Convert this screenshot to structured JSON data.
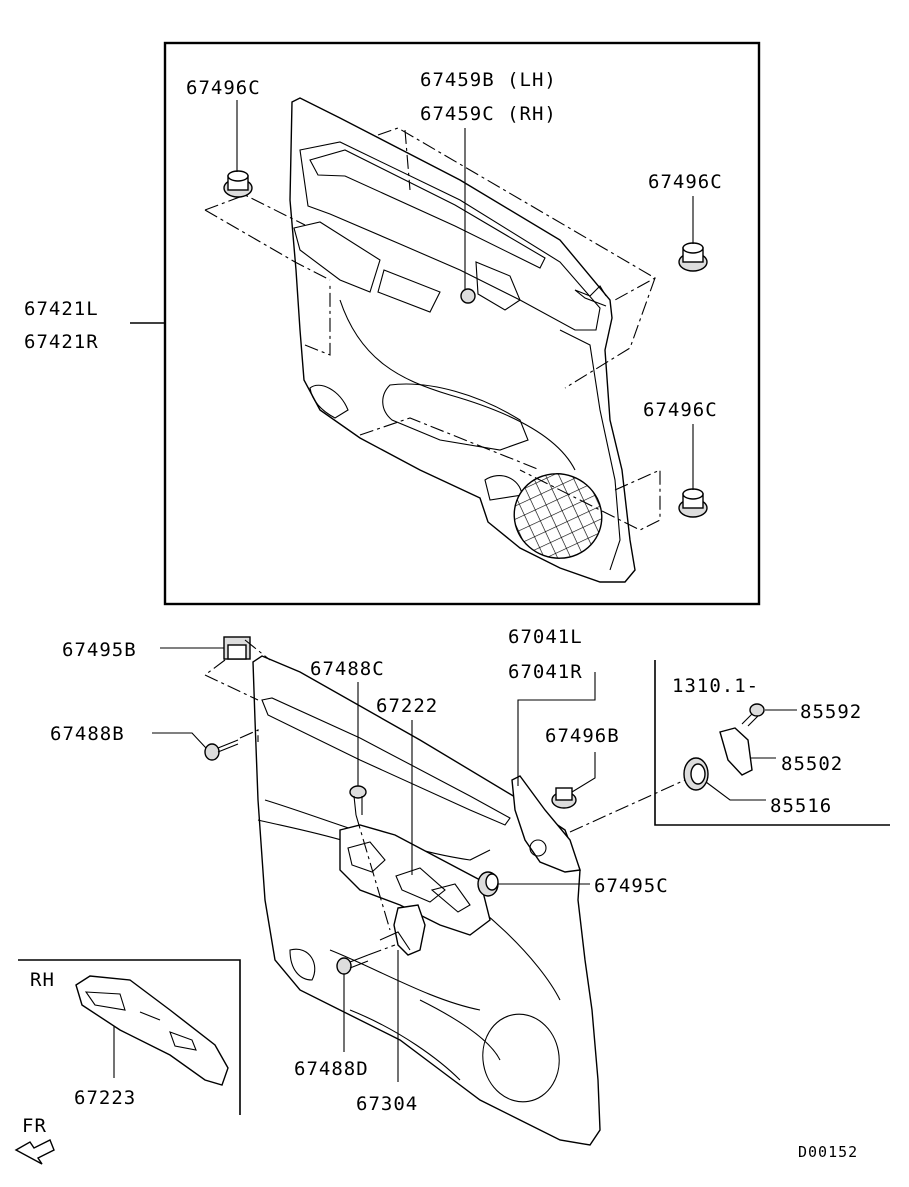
{
  "diagram": {
    "labels": {
      "clip_top_left": "67496C",
      "switch_lh": "67459B (LH)",
      "switch_rh": "67459C (RH)",
      "clip_top_right": "67496C",
      "trim_l": "67421L",
      "trim_r": "67421R",
      "clip_mid_right": "67496C",
      "clip_b": "67495B",
      "screw_c": "67488C",
      "screw_b": "67488B",
      "panel": "67222",
      "cover_l": "67041L",
      "cover_r": "67041R",
      "clip_b2": "67496B",
      "group": "1310.1-",
      "p85592": "85592",
      "p85502": "85502",
      "p85516": "85516",
      "clip_c": "67495C",
      "rh": "RH",
      "p67223": "67223",
      "screw_d": "67488D",
      "p67304": "67304",
      "fr": "FR",
      "code": "D00152"
    }
  }
}
